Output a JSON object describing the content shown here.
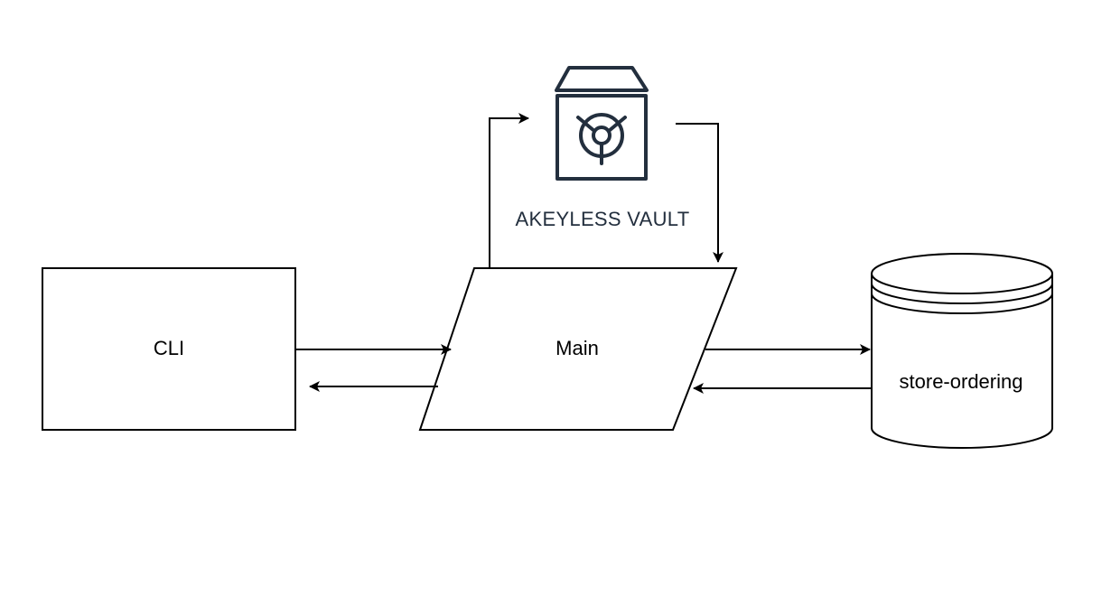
{
  "colors": {
    "background": "#ffffff",
    "stroke": "#000000",
    "vault_icon": "#232f3e"
  },
  "nodes": {
    "cli": {
      "label": "CLI",
      "shape": "rectangle"
    },
    "main": {
      "label": "Main",
      "shape": "parallelogram"
    },
    "vault": {
      "label": "AKEYLESS VAULT",
      "icon": "vault-safe-icon"
    },
    "store": {
      "label": "store-ordering",
      "shape": "database-cylinder"
    }
  },
  "edges": [
    {
      "from": "cli",
      "to": "main"
    },
    {
      "from": "main",
      "to": "cli"
    },
    {
      "from": "main",
      "to": "vault"
    },
    {
      "from": "vault",
      "to": "main"
    },
    {
      "from": "main",
      "to": "store"
    },
    {
      "from": "store",
      "to": "main"
    }
  ]
}
